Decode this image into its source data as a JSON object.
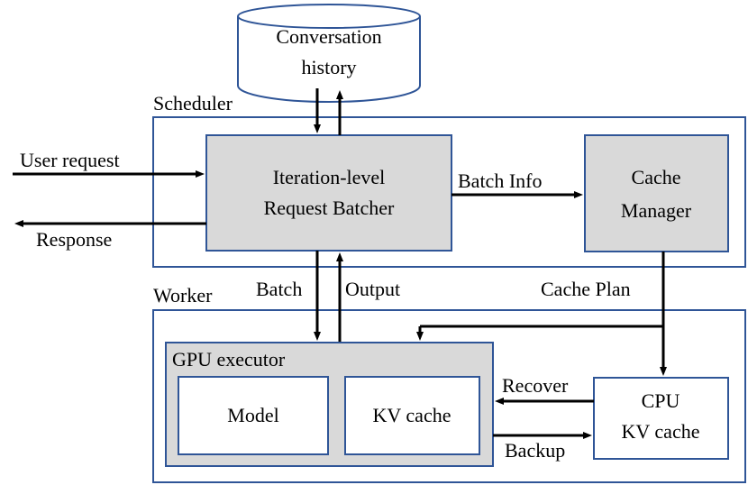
{
  "labels": {
    "conversation_history_line1": "Conversation",
    "conversation_history_line2": "history",
    "scheduler": "Scheduler",
    "worker": "Worker",
    "batcher_line1": "Iteration-level",
    "batcher_line2": "Request Batcher",
    "cache_manager_line1": "Cache",
    "cache_manager_line2": "Manager",
    "user_request": "User request",
    "response": "Response",
    "batch_info": "Batch Info",
    "batch": "Batch",
    "output": "Output",
    "cache_plan": "Cache Plan",
    "gpu_executor": "GPU executor",
    "model": "Model",
    "kv_cache": "KV cache",
    "cpu_kv_cache_line1": "CPU",
    "cpu_kv_cache_line2": "KV cache",
    "recover": "Recover",
    "backup": "Backup"
  },
  "colors": {
    "box_border": "#2f5597",
    "box_fill_gray": "#d9d9d9",
    "arrow": "#000000"
  }
}
